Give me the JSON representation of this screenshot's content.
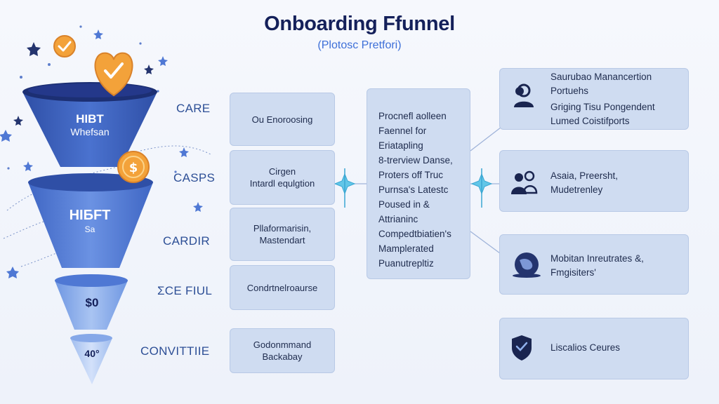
{
  "header": {
    "title": "Onboarding Ffunnel",
    "subtitle": "(Plotosc Pretfori)"
  },
  "funnel": {
    "stages": [
      {
        "label": "CARE",
        "main": "HIBT",
        "sub": "Whefsan"
      },
      {
        "label": "CASPS",
        "main": "HIБFT",
        "sub": "Sa"
      },
      {
        "label": "CARDIR",
        "main": "",
        "sub": ""
      },
      {
        "label": "ƩCE FIUL",
        "main": "$0",
        "sub": ""
      },
      {
        "label": "CONVITTIIE",
        "main": "40°",
        "sub": ""
      }
    ],
    "colors": {
      "top": "#3a5fb8",
      "mid": "#4f78d4",
      "bottom": "#8fb0ec",
      "accent": "#f3a23a"
    }
  },
  "step_cards": [
    {
      "lines": [
        "Ou Enoroosing"
      ]
    },
    {
      "lines": [
        "Cirgen",
        "Intardl equlgtion"
      ]
    },
    {
      "lines": [
        "Pllaformarisin,",
        "Mastendart"
      ]
    },
    {
      "lines": [
        "Condrtnelroaurse"
      ]
    },
    {
      "lines": [
        "Godonmmand",
        "Backabay"
      ]
    }
  ],
  "center_card": {
    "lines": [
      "Procnefl aolleen",
      "Faennel for",
      "Eriatapling",
      "8-trerview Danse,",
      "Proters off Truc",
      "Purnsa's Latestc",
      "Poused in &",
      "Attrianinc",
      "Compedtbiatien's",
      "Mamplerated",
      "Puanutrepltiz"
    ]
  },
  "info_cards": [
    {
      "icon": "user-icon",
      "lines": [
        "Saurubao Manancertion",
        "Portuehs",
        "Griging Tisu Pongendent",
        "Lumed Coistifports"
      ]
    },
    {
      "icon": "team-icon",
      "lines": [
        "Asaia, Preersht,",
        "Mudetrenley"
      ]
    },
    {
      "icon": "globe-icon",
      "lines": [
        "Mobitan Inreutrates &,",
        "Fmgisiters'"
      ]
    },
    {
      "icon": "shield-icon",
      "lines": [
        "Liscalios Ceures"
      ]
    }
  ]
}
